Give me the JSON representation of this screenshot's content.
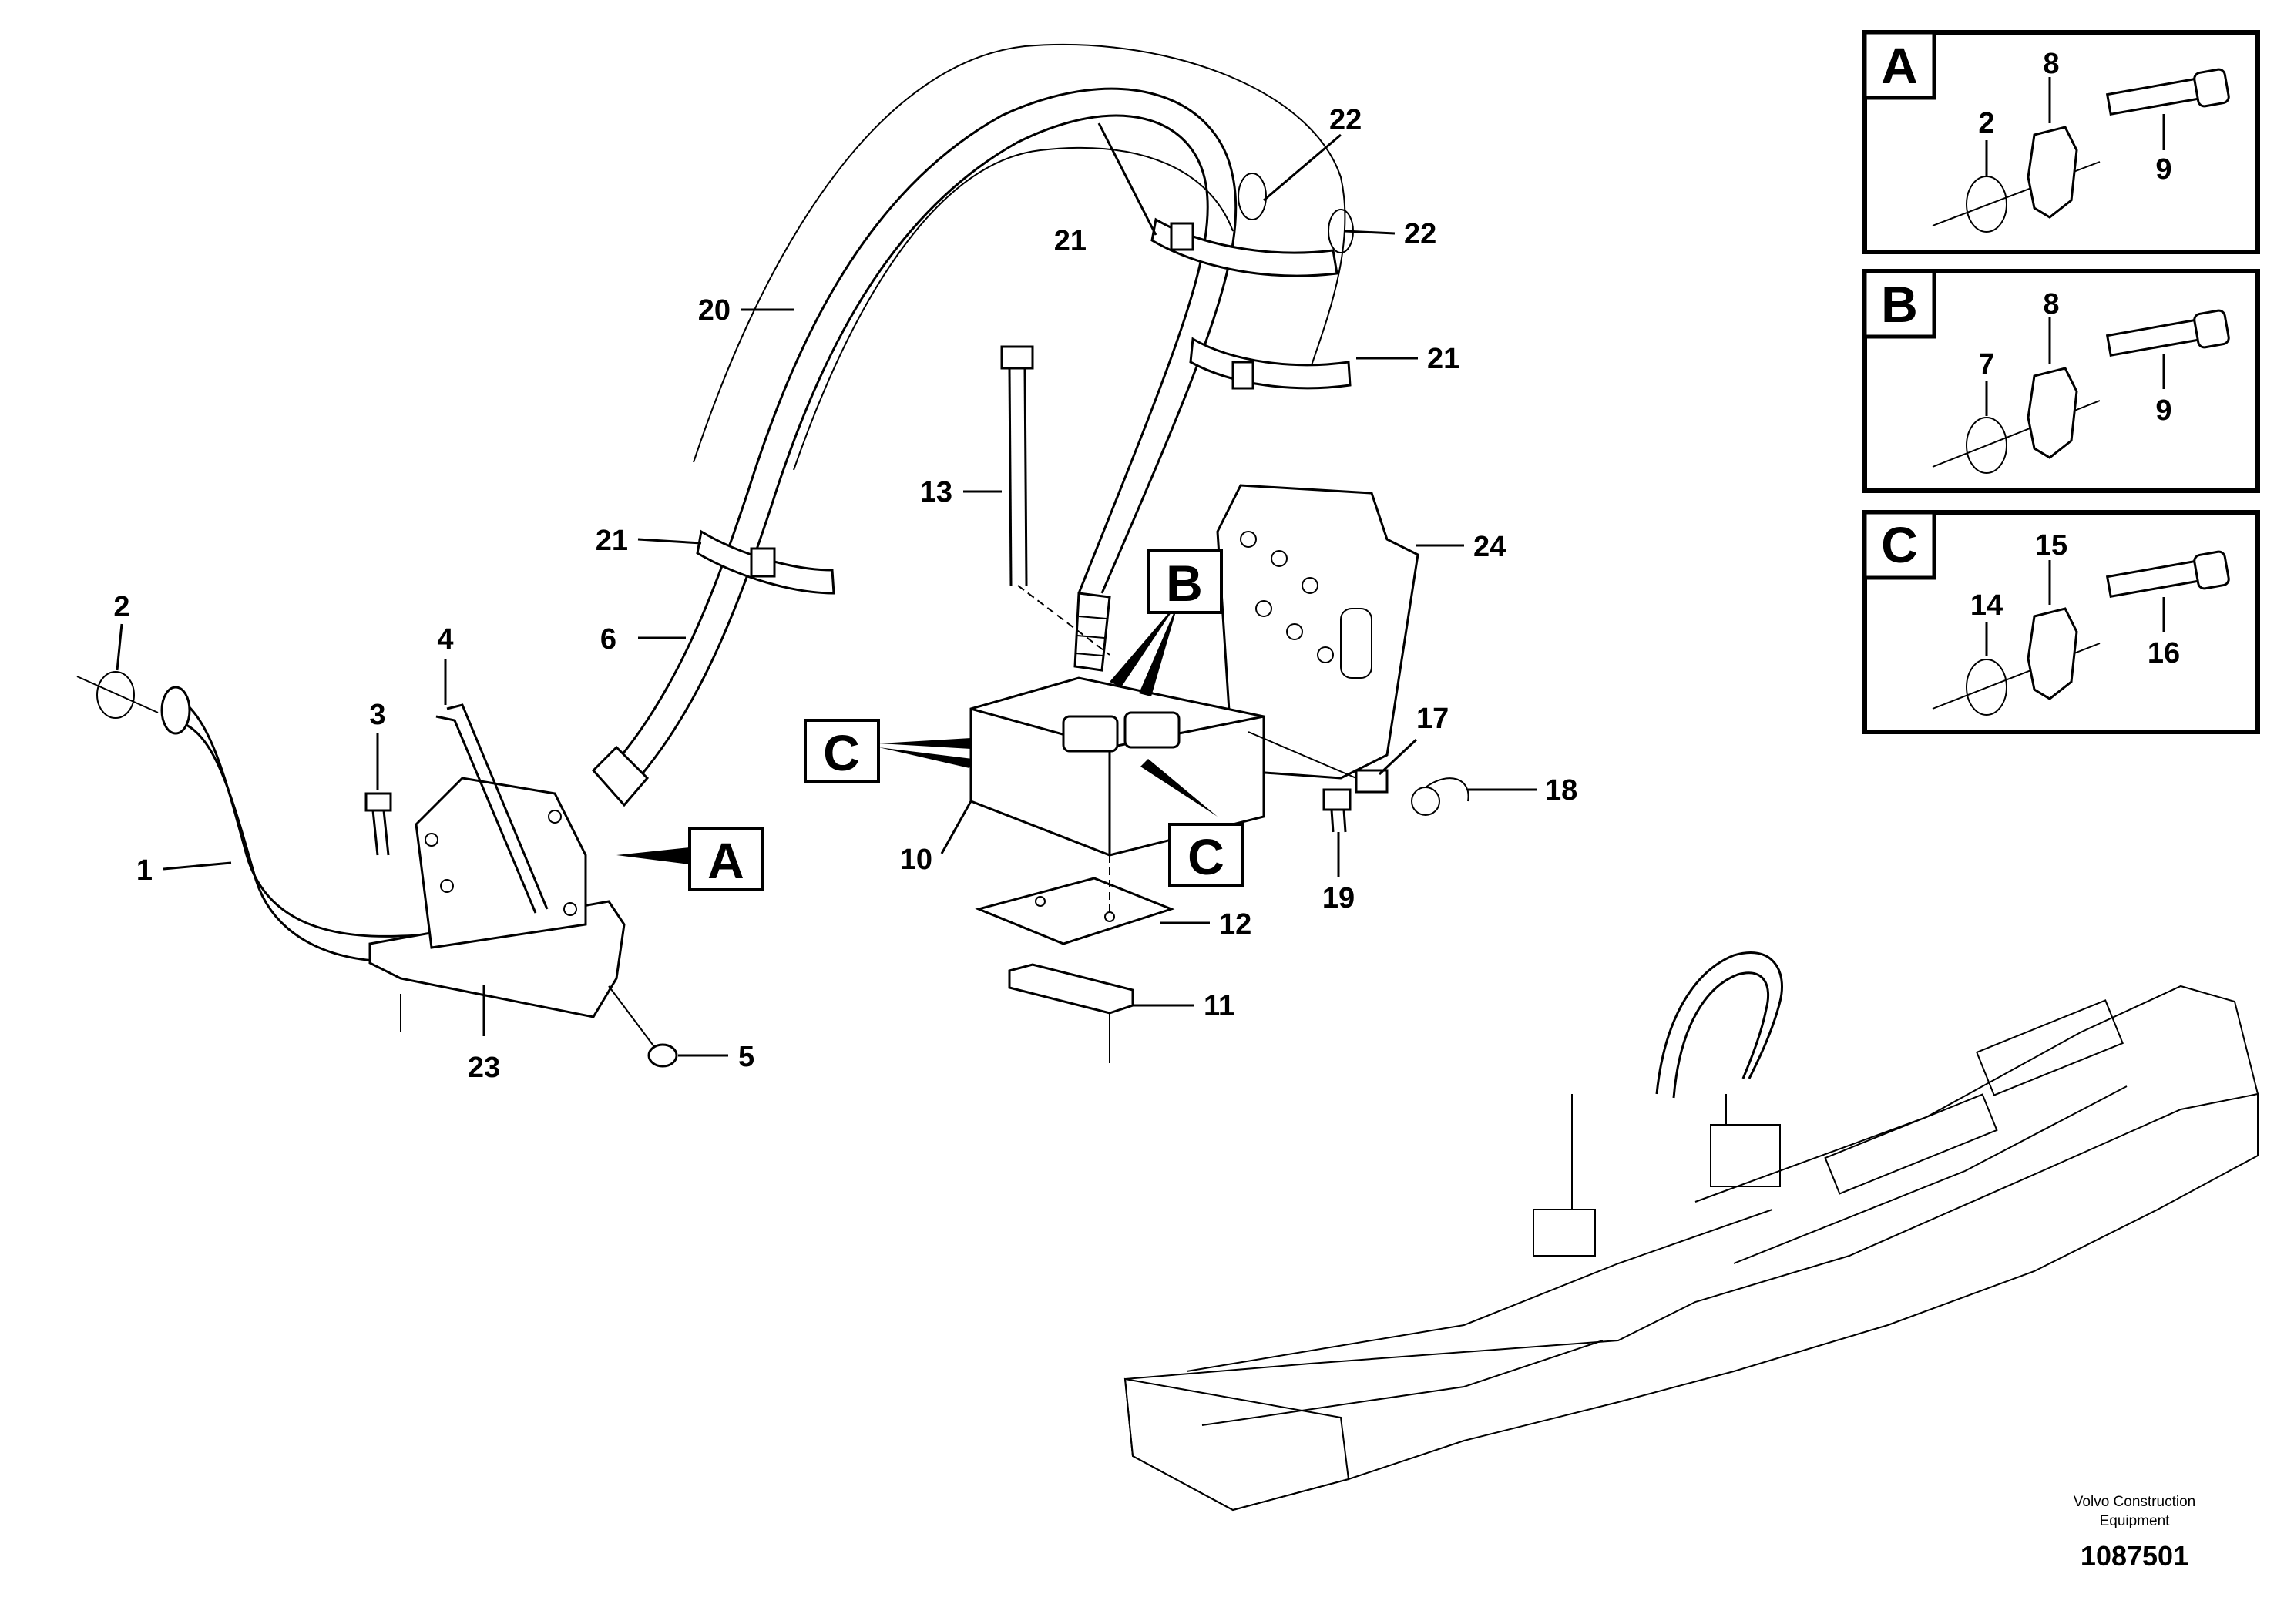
{
  "labels": {
    "l1": "1",
    "l2": "2",
    "l3": "3",
    "l4": "4",
    "l5": "5",
    "l6": "6",
    "l10": "10",
    "l11": "11",
    "l12": "12",
    "l13": "13",
    "l17": "17",
    "l18": "18",
    "l19": "19",
    "l20": "20",
    "l21a": "21",
    "l21b": "21",
    "l21c": "21",
    "l22a": "22",
    "l22b": "22",
    "l23": "23",
    "l24": "24"
  },
  "callouts": {
    "a_main": "A",
    "b_main": "B",
    "c_left": "C",
    "c_right": "C"
  },
  "detail_a": {
    "letter": "A",
    "seal": "2",
    "clamp": "8",
    "bolt": "9"
  },
  "detail_b": {
    "letter": "B",
    "seal": "7",
    "clamp": "8",
    "bolt": "9"
  },
  "detail_c": {
    "letter": "C",
    "seal": "14",
    "clamp": "15",
    "bolt": "16"
  },
  "footer": {
    "company_line1": "Volvo Construction",
    "company_line2": "Equipment",
    "drawing_number": "1087501"
  }
}
